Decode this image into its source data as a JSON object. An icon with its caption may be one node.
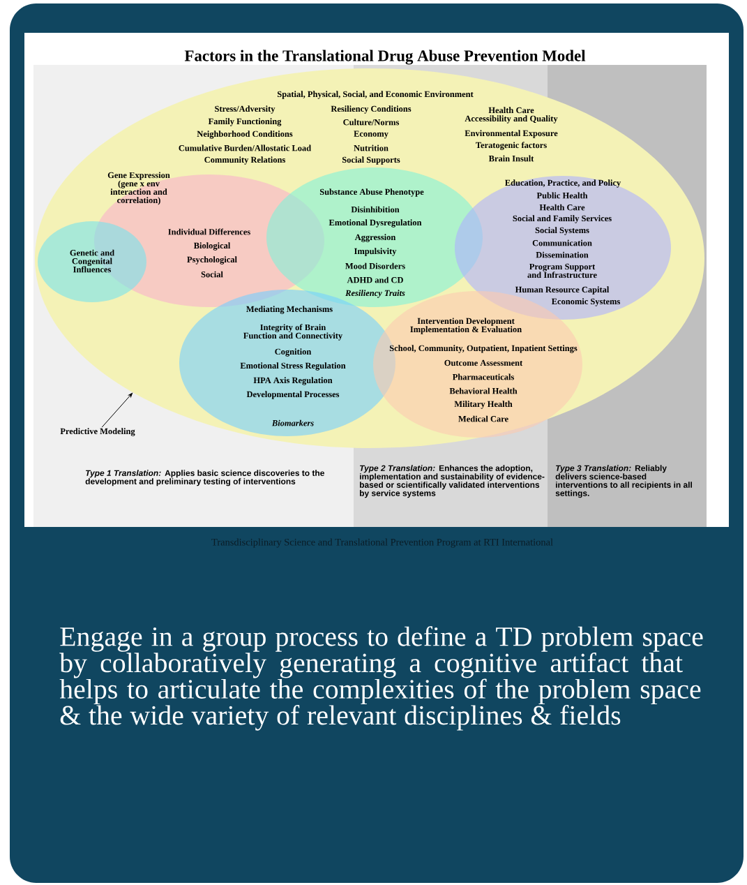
{
  "diagram": {
    "title": "Factors in the Translational Drug Abuse Prevention Model",
    "caption": "Engage in a group process to define a TD problem space by collaboratively generating a cognitive artifact that helps to articulate the complexities of the problem space & the wide variety of relevant disciplines & fields",
    "nodes": [
      {
        "text": [
          "Spatial, Physical, Social, and Economic Environment",
          "Stress/Adversity",
          "Family Functioning",
          "Neighborhood Conditions",
          "Cumulative Burden/Allostatic Load",
          "Community Relations",
          "Resiliency Conditions",
          "Culture/Norms",
          "Economy",
          "Nutrition",
          "Social Supports",
          "Health Care Accessibility and Quality",
          "Environmental Exposure",
          "Teratogenic factors",
          "Brain Insult"
        ]
      },
      {
        "text": [
          "Individual Differences",
          "Biological",
          "Psychological",
          "Social"
        ],
        "in": 0
      },
      {
        "text": [
          "Genetic and Congenital Influences"
        ],
        "in": 0
      },
      {
        "text": [
          "Substance Abuse Phenotype",
          "Disinhibition",
          "Emotional Dysregulation",
          "Aggression",
          "Impulsivity",
          "Mood Disorders",
          "ADHD and CD",
          "Resiliency Traits"
        ],
        "in": 0
      },
      {
        "text": [
          "Education, Practice, and Policy",
          "Public Health",
          "Health Care",
          "Social and Family Services",
          "Social Systems",
          "Communication",
          "Dissemination",
          "Program Support and Infrastructure",
          "Human Resource Capital",
          "Economic Systems"
        ],
        "in": 0
      },
      {
        "text": [
          "Mediating Mechanisms",
          "Integrity of Brain Function and Connectivity",
          "Cognition",
          "Emotional Stress Regulation",
          "HPA Axis Regulation",
          "Developmental Processes",
          "Biomarkers"
        ],
        "in": 0
      },
      {
        "text": [
          "Intervention Development Implementation & Evaluation",
          "School, Community, Outpatient, Inpatient Settings",
          "Outcome Assessment",
          "Pharmaceuticals",
          "Behavioral Health",
          "Military Health",
          "Medical Care"
        ],
        "in": 0
      },
      {
        "text": [
          "Predictive Modeling"
        ]
      }
    ],
    "edges": [
      {
        "from": 7,
        "to": 0,
        "arrow": "to"
      }
    ],
    "labels": [
      "Gene Expression (gene x env interaction and correlation)",
      "*Type 1 Translation:* Applies basic science discoveries to the development and preliminary testing of interventions",
      "*Type 2 Translation:* Enhances the adoption, implementation and sustainability of evidence-based or scientifically validated interventions by service systems",
      "*Type 3 Translation:* Reliably delivers science-based interventions to all recipients in all settings.",
      "Transdisciplinary Science and Translational Prevention Program at RTI International"
    ]
  }
}
